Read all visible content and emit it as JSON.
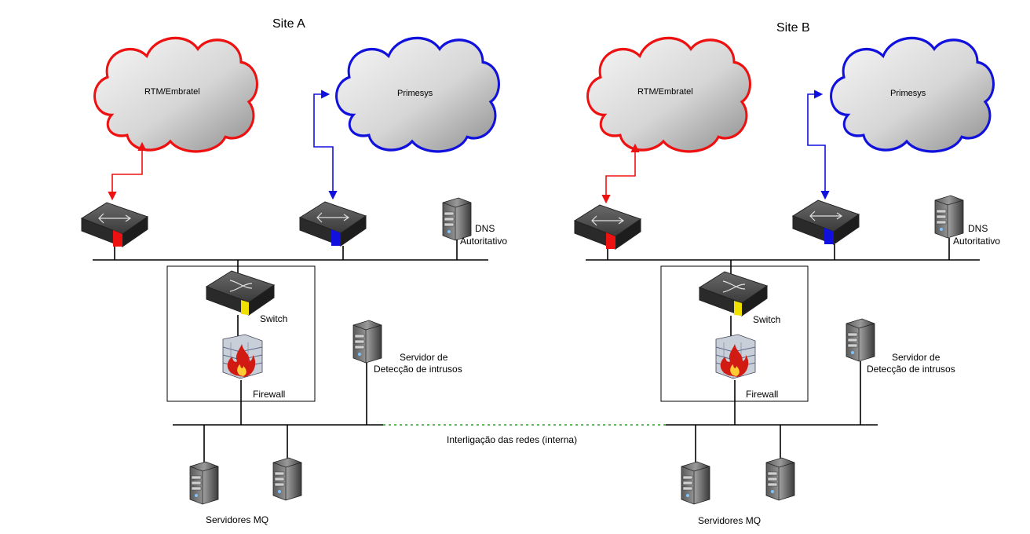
{
  "colors": {
    "red_link": "#ee1111",
    "blue_link": "#1111dd",
    "yellow_port": "#f0e000",
    "internal_link": "#2e9e2e",
    "device_body": "#2a2a2a",
    "cloud_fill_light": "#f4f4f4",
    "cloud_fill_dark": "#9a9a9a"
  },
  "sites": [
    {
      "title": "Site A",
      "cloud_red_label": "RTM/Embratel",
      "cloud_blue_label": "Primesys",
      "dns_label_line1": "DNS",
      "dns_label_line2": "Autoritativo",
      "switch_label": "Switch",
      "firewall_label": "Firewall",
      "ids_label_line1": "Servidor de",
      "ids_label_line2": "Detecção de intrusos",
      "mq_label": "Servidores MQ"
    },
    {
      "title": "Site B",
      "cloud_red_label": "RTM/Embratel",
      "cloud_blue_label": "Primesys",
      "dns_label_line1": "DNS",
      "dns_label_line2": "Autoritativo",
      "switch_label": "Switch",
      "firewall_label": "Firewall",
      "ids_label_line1": "Servidor de",
      "ids_label_line2": "Detecção de intrusos",
      "mq_label": "Servidores MQ"
    }
  ],
  "interconnect_label": "Interligação das redes (interna)",
  "icons": {
    "router": "router-icon",
    "switch": "switch-icon",
    "server": "server-icon",
    "firewall": "firewall-icon",
    "cloud": "cloud-icon"
  }
}
